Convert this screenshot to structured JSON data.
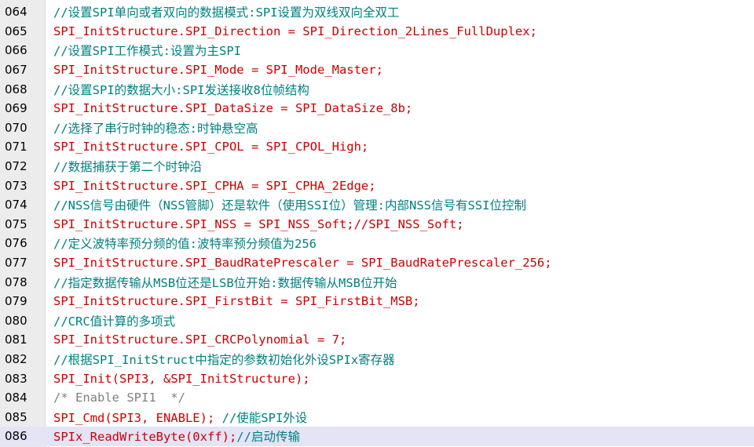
{
  "editor": {
    "current_line": "086",
    "lines": [
      {
        "no": "064",
        "kind": "comment",
        "text": "//设置SPI单向或者双向的数据模式:SPI设置为双线双向全双工"
      },
      {
        "no": "065",
        "kind": "stmt",
        "text": "SPI_InitStructure.SPI_Direction = SPI_Direction_2Lines_FullDuplex;"
      },
      {
        "no": "066",
        "kind": "comment",
        "text": "//设置SPI工作模式:设置为主SPI"
      },
      {
        "no": "067",
        "kind": "stmt",
        "text": "SPI_InitStructure.SPI_Mode = SPI_Mode_Master;"
      },
      {
        "no": "068",
        "kind": "comment",
        "text": "//设置SPI的数据大小:SPI发送接收8位帧结构"
      },
      {
        "no": "069",
        "kind": "stmt",
        "text": "SPI_InitStructure.SPI_DataSize = SPI_DataSize_8b;"
      },
      {
        "no": "070",
        "kind": "comment",
        "text": "//选择了串行时钟的稳态:时钟悬空高"
      },
      {
        "no": "071",
        "kind": "stmt",
        "text": "SPI_InitStructure.SPI_CPOL = SPI_CPOL_High;"
      },
      {
        "no": "072",
        "kind": "comment",
        "text": "//数据捕获于第二个时钟沿"
      },
      {
        "no": "073",
        "kind": "stmt",
        "text": "SPI_InitStructure.SPI_CPHA = SPI_CPHA_2Edge;"
      },
      {
        "no": "074",
        "kind": "comment",
        "text": "//NSS信号由硬件（NSS管脚）还是软件（使用SSI位）管理:内部NSS信号有SSI位控制"
      },
      {
        "no": "075",
        "kind": "stmt",
        "text": "SPI_InitStructure.SPI_NSS = SPI_NSS_Soft;//SPI_NSS_Soft;"
      },
      {
        "no": "076",
        "kind": "comment",
        "text": "//定义波特率预分频的值:波特率预分频值为256"
      },
      {
        "no": "077",
        "kind": "stmt",
        "text": "SPI_InitStructure.SPI_BaudRatePrescaler = SPI_BaudRatePrescaler_256;"
      },
      {
        "no": "078",
        "kind": "comment",
        "text": "//指定数据传输从MSB位还是LSB位开始:数据传输从MSB位开始"
      },
      {
        "no": "079",
        "kind": "stmt",
        "text": "SPI_InitStructure.SPI_FirstBit = SPI_FirstBit_MSB;"
      },
      {
        "no": "080",
        "kind": "comment",
        "text": "//CRC值计算的多项式"
      },
      {
        "no": "081",
        "kind": "stmt",
        "text": "SPI_InitStructure.SPI_CRCPolynomial = 7;"
      },
      {
        "no": "082",
        "kind": "comment",
        "text": "//根据SPI_InitStruct中指定的参数初始化外设SPIx寄存器"
      },
      {
        "no": "083",
        "kind": "stmt",
        "text": "SPI_Init(SPI3, &SPI_InitStructure);"
      },
      {
        "no": "084",
        "kind": "block-comment",
        "text": "/* Enable SPI1  */"
      },
      {
        "no": "085",
        "kind": "mixed",
        "code": "SPI_Cmd(SPI3, ENABLE); ",
        "comment": "//使能SPI外设"
      },
      {
        "no": "086",
        "kind": "mixed",
        "code": "SPIx_ReadWriteByte(0xff);",
        "comment": "//启动传输"
      }
    ]
  }
}
